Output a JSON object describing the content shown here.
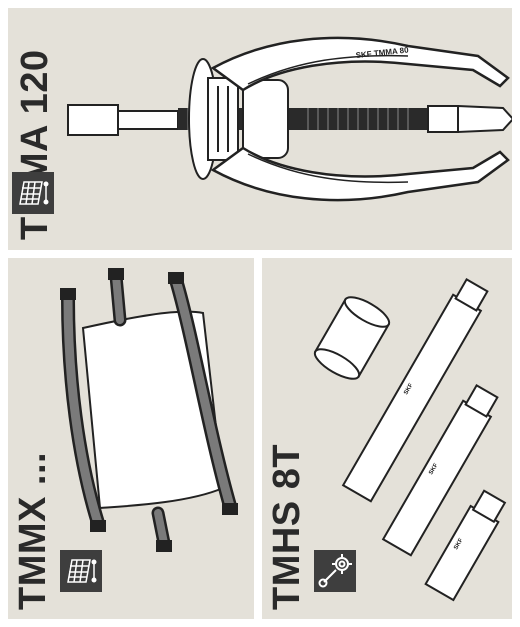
{
  "panels": {
    "top": {
      "label": "TMMA 120",
      "badge": "grid-measure-icon"
    },
    "bottom_left": {
      "label": "TMMX ...",
      "badge": "grid-measure-icon"
    },
    "bottom_right": {
      "label": "TMHS 8T",
      "badge": "wrench-gear-icon"
    }
  },
  "colors": {
    "panel_bg": "#e4e1d9",
    "ink": "#2a2a2a",
    "badge_bg": "#3e3e3e",
    "strap": "#7a7a7a"
  }
}
